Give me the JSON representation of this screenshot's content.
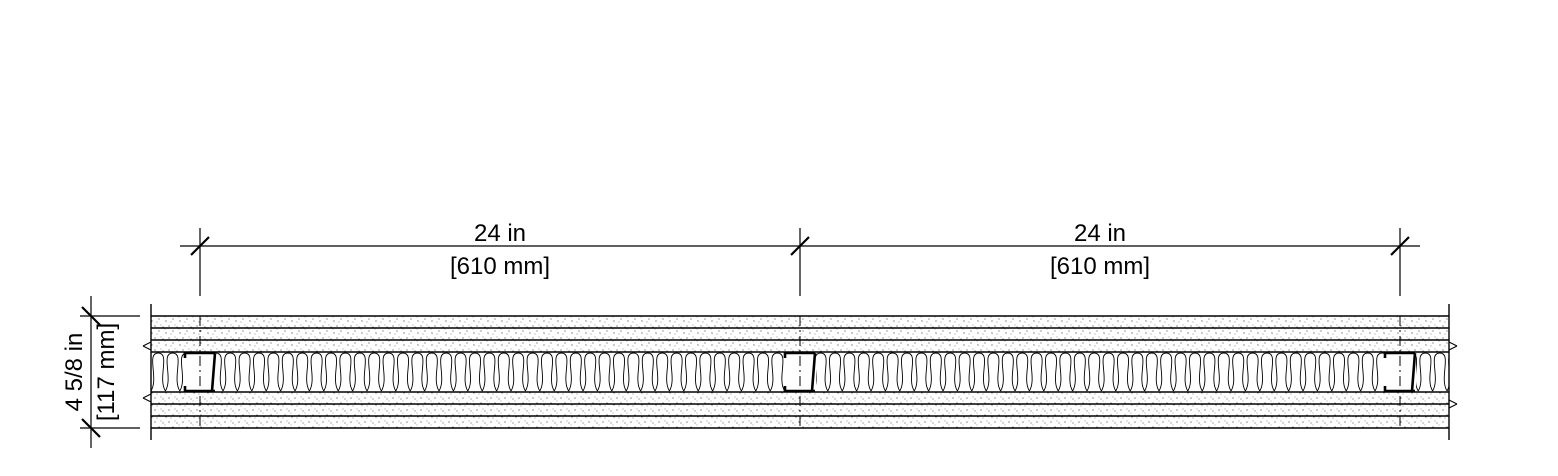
{
  "dimensions": {
    "span_left": {
      "imperial": "24 in",
      "metric": "[610 mm]"
    },
    "span_right": {
      "imperial": "24 in",
      "metric": "[610 mm]"
    },
    "thickness": {
      "imperial": "4 5/8 in",
      "metric": "[117 mm]"
    }
  },
  "colors": {
    "line": "#000000",
    "background": "#ffffff"
  }
}
